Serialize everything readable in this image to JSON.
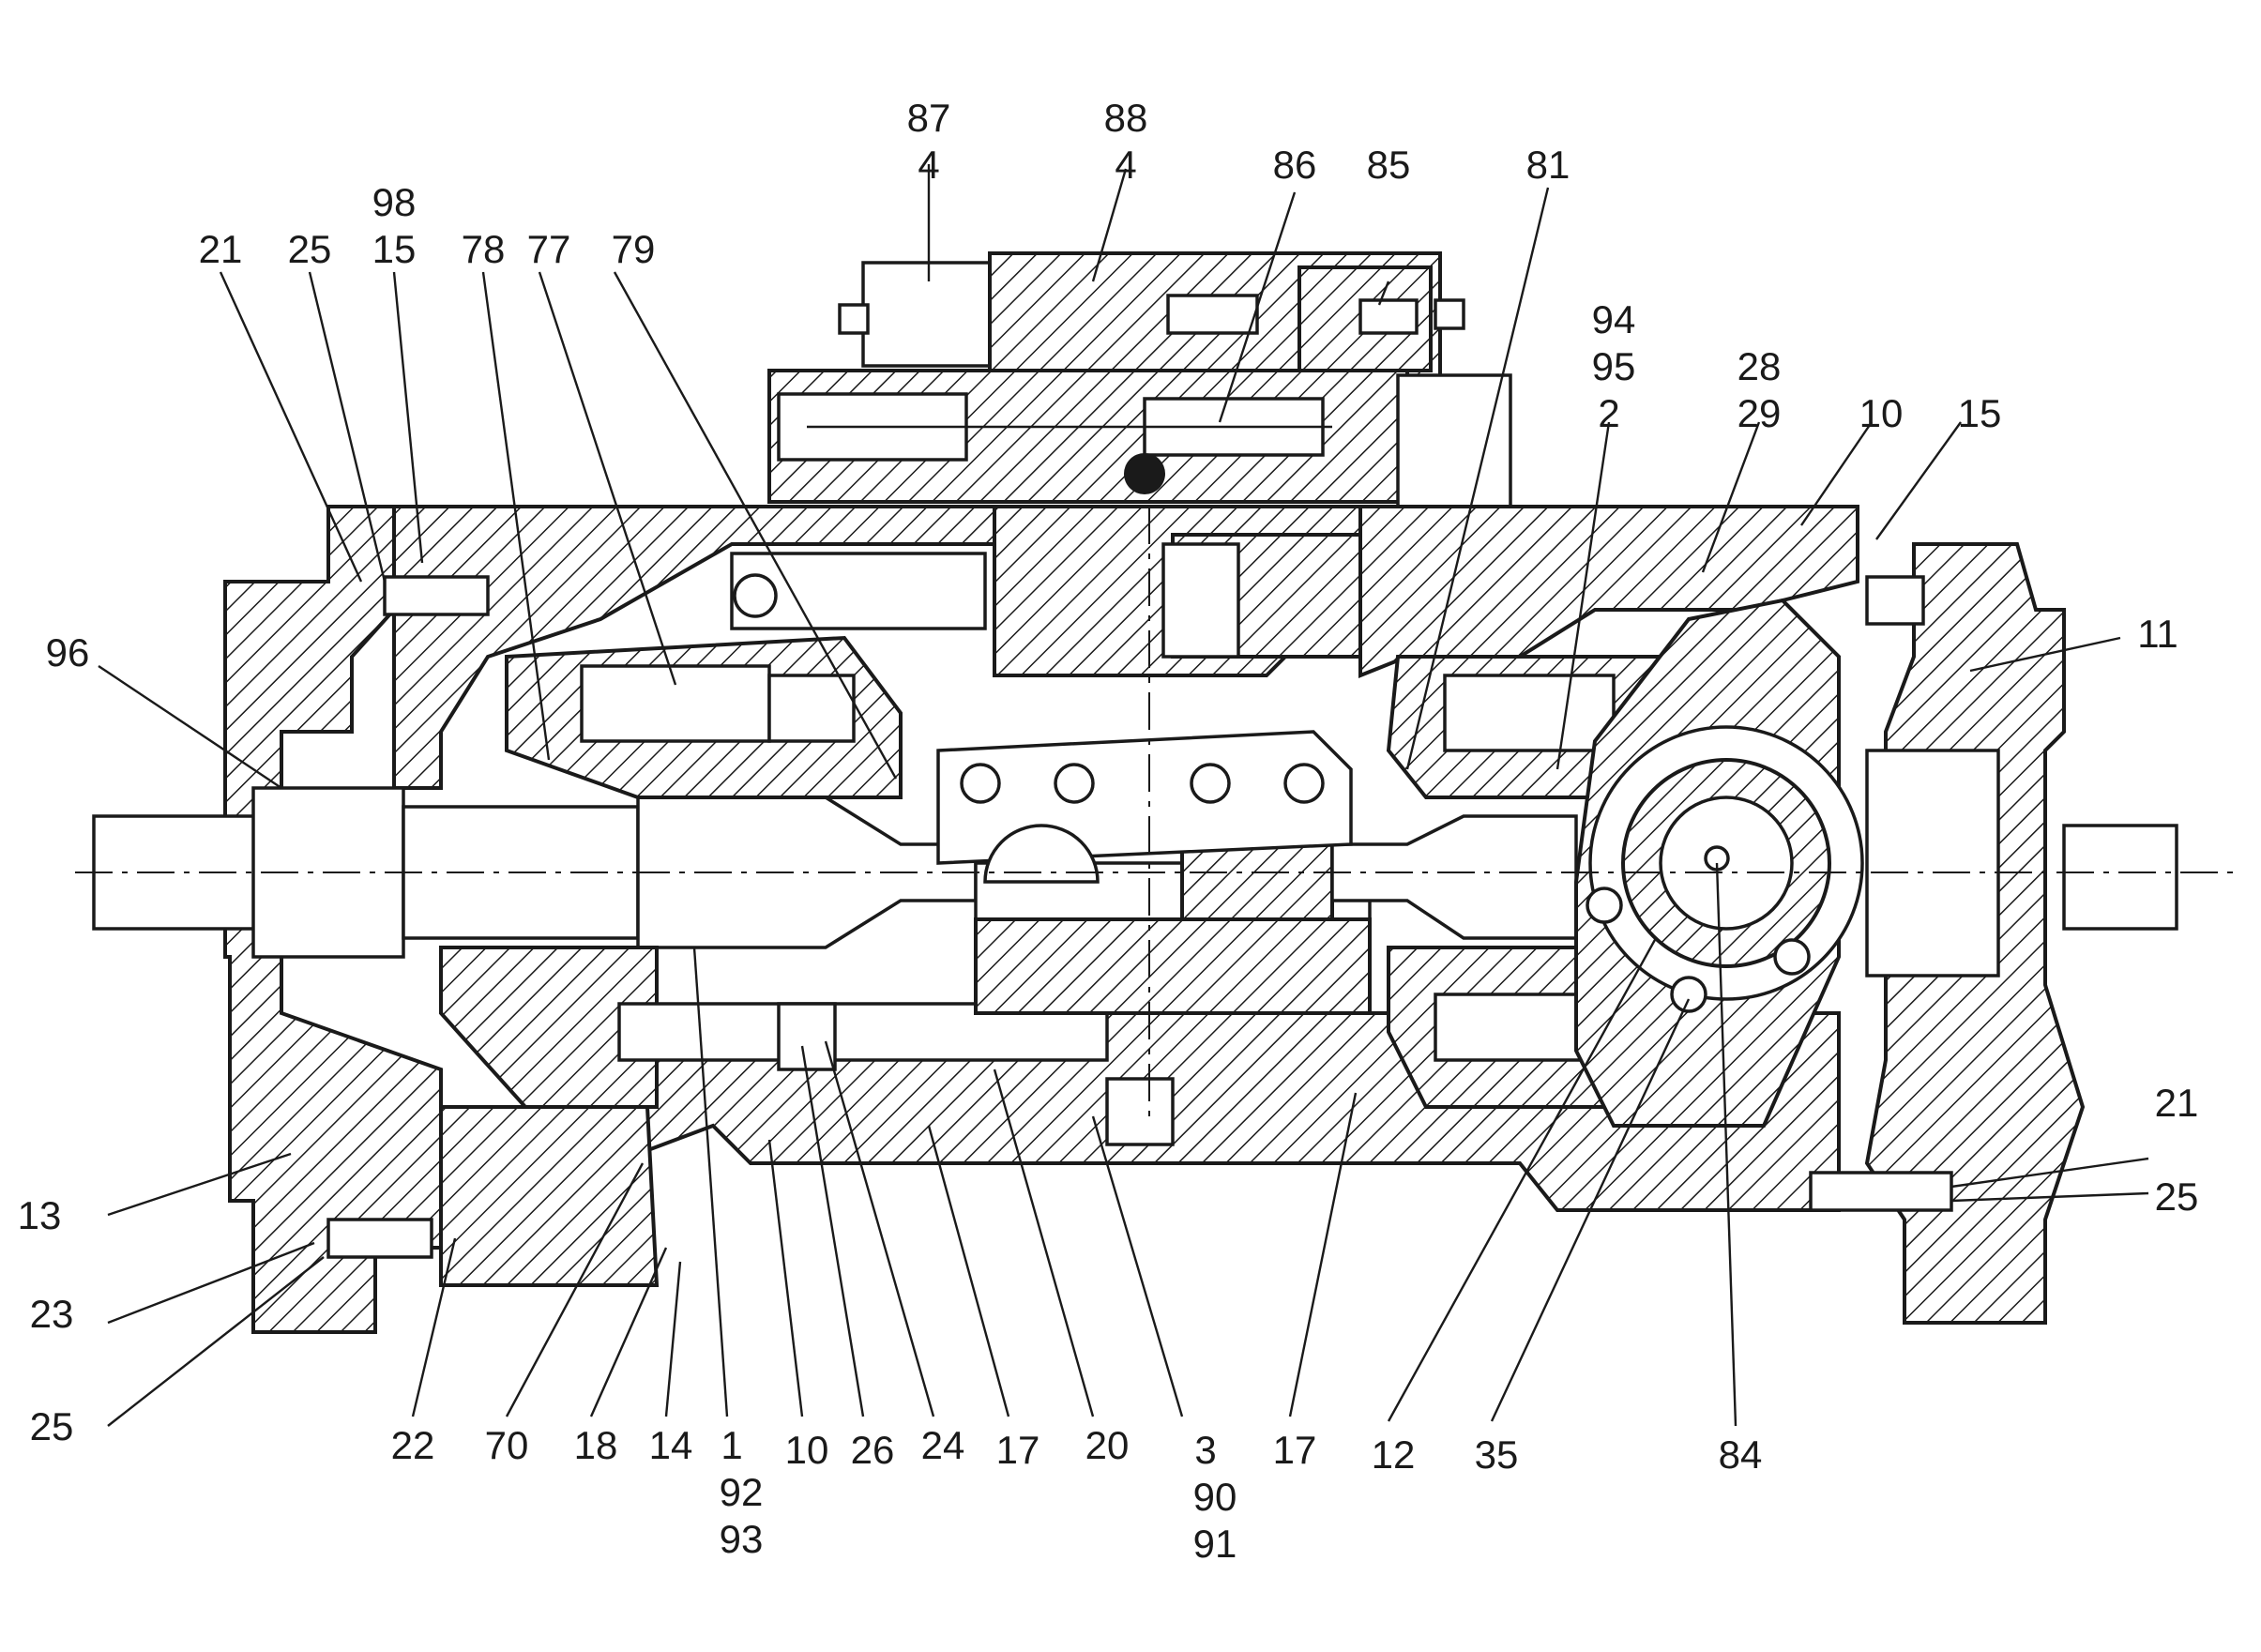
{
  "drawing": {
    "description_free": true,
    "labels": {
      "l_87": "87",
      "l_4a": "4",
      "l_88": "88",
      "l_4b": "4",
      "l_86": "86",
      "l_85": "85",
      "l_81": "81",
      "l_98": "98",
      "l_15a": "15",
      "l_21a": "21",
      "l_25a": "25",
      "l_78": "78",
      "l_77": "77",
      "l_79": "79",
      "l_94": "94",
      "l_95": "95",
      "l_2": "2",
      "l_28": "28",
      "l_29": "29",
      "l_10a": "10",
      "l_15b": "15",
      "l_11": "11",
      "l_96": "96",
      "l_13": "13",
      "l_23": "23",
      "l_25b": "25",
      "l_21b": "21",
      "l_25c": "25",
      "l_22": "22",
      "l_70": "70",
      "l_18": "18",
      "l_14": "14",
      "l_1": "1",
      "l_92": "92",
      "l_93": "93",
      "l_10b": "10",
      "l_26": "26",
      "l_24": "24",
      "l_17a": "17",
      "l_20": "20",
      "l_3": "3",
      "l_90": "90",
      "l_91": "91",
      "l_17b": "17",
      "l_12": "12",
      "l_35": "35",
      "l_84": "84"
    }
  }
}
